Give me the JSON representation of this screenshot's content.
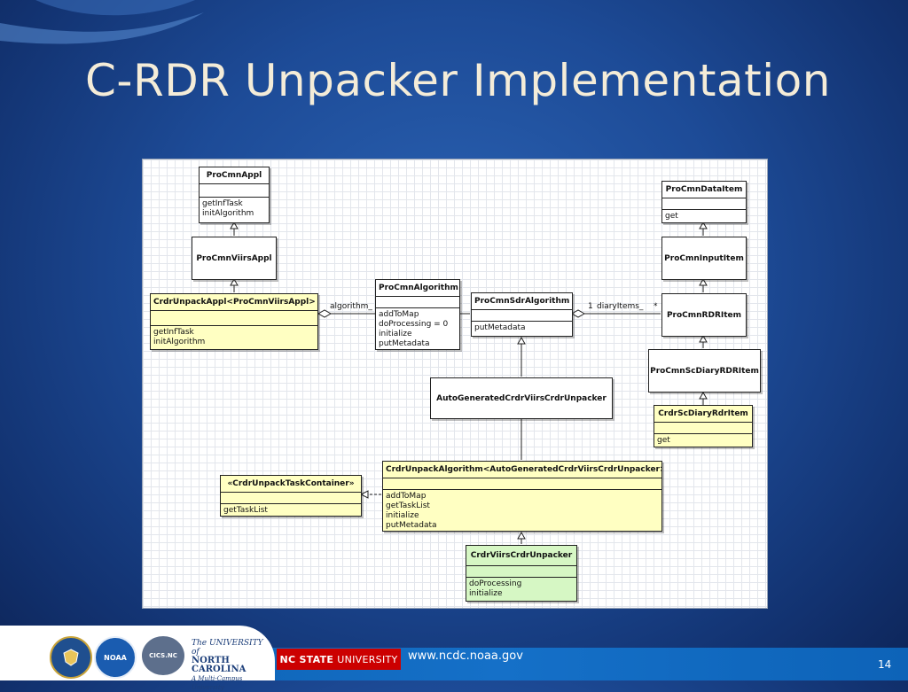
{
  "slide": {
    "title": "C-RDR Unpacker Implementation",
    "footer_url": "www.ncdc.noaa.gov",
    "page_number": "14"
  },
  "logos": {
    "noaa": "NOAA",
    "cics": "CICS.NC",
    "unc_line1": "The UNIVERSITY of",
    "unc_line2": "NORTH CAROLINA",
    "unc_line3": "A Multi-Campus University",
    "ncsu_bold": "NC STATE",
    "ncsu_rest": "UNIVERSITY"
  },
  "colors": {
    "background": "#1d4b97",
    "title": "#f4ecd8",
    "class_yellow": "#ffffc2",
    "class_green": "#d6f7c4",
    "footer_bar": "#1570c8",
    "ncsu_red": "#cc0000"
  },
  "diagram": {
    "classes": {
      "pro_cmn_appl": {
        "name": "ProCmnAppl",
        "ops": [
          "getInfTask",
          "initAlgorithm"
        ]
      },
      "pro_cmn_viirs_appl": {
        "name": "ProCmnViirsAppl"
      },
      "crdr_unpack_appl": {
        "name": "CrdrUnpackAppl<ProCmnViirsAppl>",
        "ops": [
          "getInfTask",
          "initAlgorithm"
        ]
      },
      "pro_cmn_algorithm": {
        "name": "ProCmnAlgorithm",
        "ops": [
          "addToMap",
          "doProcessing = 0",
          "initialize",
          "putMetadata"
        ]
      },
      "pro_cmn_sdr_algorithm": {
        "name": "ProCmnSdrAlgorithm",
        "ops": [
          "putMetadata"
        ]
      },
      "auto_generated": {
        "name": "AutoGeneratedCrdrViirsCrdrUnpacker"
      },
      "pro_cmn_data_item": {
        "name": "ProCmnDataItem",
        "ops": [
          "get"
        ]
      },
      "pro_cmn_input_item": {
        "name": "ProCmnInputItem"
      },
      "pro_cmn_rdr_item": {
        "name": "ProCmnRDRItem"
      },
      "pro_cmn_sc_diary_rdr_item": {
        "name": "ProCmnScDiaryRDRItem"
      },
      "crdr_sc_diary_rdr_item": {
        "name": "CrdrScDiaryRdrItem",
        "ops": [
          "get"
        ]
      },
      "crdr_unpack_task_container": {
        "name": "«CrdrUnpackTaskContainer»",
        "ops": [
          "getTaskList"
        ]
      },
      "crdr_unpack_algorithm": {
        "name": "CrdrUnpackAlgorithm<AutoGeneratedCrdrViirsCrdrUnpacker>",
        "ops": [
          "addToMap",
          "getTaskList",
          "initialize",
          "putMetadata"
        ]
      },
      "crdr_viirs_crdr_unpacker": {
        "name": "CrdrViirsCrdrUnpacker",
        "ops": [
          "doProcessing",
          "initialize"
        ]
      }
    },
    "edge_labels": {
      "algorithm": "algorithm_",
      "diary_multiplicity": "1",
      "diary_role": "diaryItems_",
      "diary_star": "*"
    }
  }
}
